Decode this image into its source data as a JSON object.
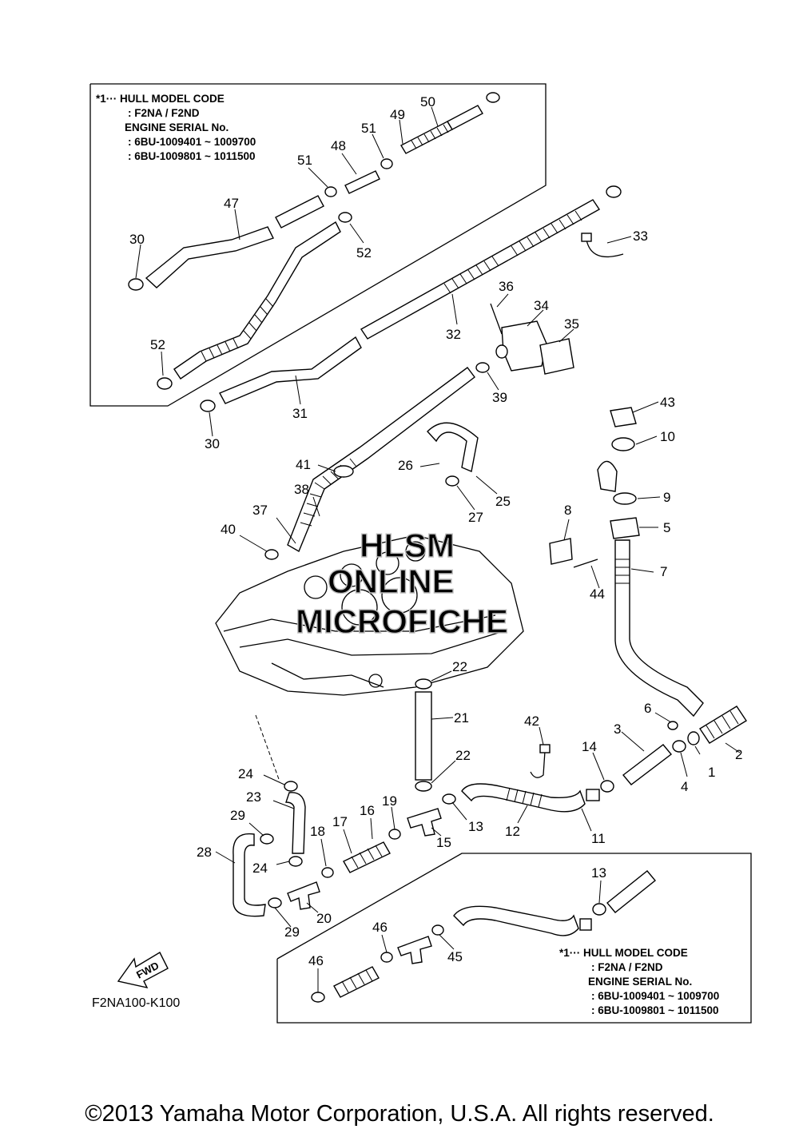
{
  "notes": {
    "top": {
      "line1": "*1··· HULL MODEL CODE",
      "line2": ": F2NA / F2ND",
      "line3": "ENGINE SERIAL No.",
      "line4": ": 6BU-1009401 ~ 1009700",
      "line5": ": 6BU-1009801 ~ 1011500"
    },
    "bottom": {
      "line1": "*1··· HULL MODEL CODE",
      "line2": ": F2NA / F2ND",
      "line3": "ENGINE SERIAL No.",
      "line4": ": 6BU-1009401 ~ 1009700",
      "line5": ": 6BU-1009801 ~ 1011500"
    }
  },
  "watermark": {
    "line1": "HLSM",
    "line2": "ONLINE",
    "line3": "MICROFICHE"
  },
  "fwd_label": "FWD",
  "part_reference": "F2NA100-K100",
  "copyright": "©2013 Yamaha Motor Corporation, U.S.A. All rights reserved.",
  "callouts": {
    "c50": "50",
    "c49": "49",
    "c51a": "51",
    "c48": "48",
    "c51b": "51",
    "c47": "47",
    "c30a": "30",
    "c52a": "52",
    "c52b": "52",
    "c33": "33",
    "c36": "36",
    "c34": "34",
    "c32": "32",
    "c35": "35",
    "c39": "39",
    "c31": "31",
    "c30b": "30",
    "c43": "43",
    "c10": "10",
    "c41": "41",
    "c26": "26",
    "c9": "9",
    "c38": "38",
    "c25": "25",
    "c27": "27",
    "c37": "37",
    "c8": "8",
    "c5": "5",
    "c40": "40",
    "c7": "7",
    "c44": "44",
    "c22a": "22",
    "c21": "21",
    "c6": "6",
    "c42": "42",
    "c3": "3",
    "c14": "14",
    "c2": "2",
    "c1": "1",
    "c4": "4",
    "c22b": "22",
    "c24a": "24",
    "c23": "23",
    "c19": "19",
    "c16": "16",
    "c13a": "13",
    "c12": "12",
    "c29a": "29",
    "c17": "17",
    "c15": "15",
    "c18": "18",
    "c11": "11",
    "c28": "28",
    "c24b": "24",
    "c20": "20",
    "c29b": "29",
    "c13b": "13",
    "c46a": "46",
    "c45": "45",
    "c46b": "46"
  }
}
